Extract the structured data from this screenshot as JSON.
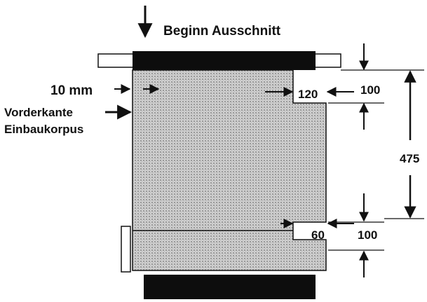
{
  "labels": {
    "title": "Beginn Ausschnitt",
    "offset_10mm": "10 mm",
    "front_edge_line1": "Vorderkante",
    "front_edge_line2": "Einbaukorpus"
  },
  "dimensions": {
    "top_cut_width": "120",
    "top_cut_height": "100",
    "overall_height": "475",
    "bottom_cut_width": "60",
    "bottom_cut_height": "100"
  },
  "colors": {
    "ink": "#111111",
    "panel": "#c8c8c8",
    "bar": "#0d0d0d"
  }
}
